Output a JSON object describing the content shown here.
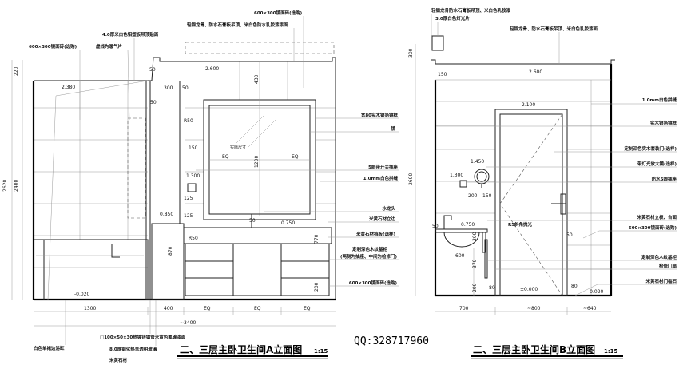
{
  "watermark": "QQ:328717960",
  "elevation_a": {
    "title": "二、三层主卧卫生间A立面图",
    "scale": "1:15",
    "top_labels": [
      "600×300镜面砖(选购)",
      "轻钢龙骨、防水石膏板吊顶、米白色防水乳胶漆漆面",
      "4.0厚米白色铝塑板吊顶贴面",
      "600×300镜面砖(选购)",
      "虚线为暖气片"
    ],
    "right_labels": [
      "宽80实木银箔镜框",
      "镜",
      "5眼带开关插座",
      "1.0mm白色拼缝",
      "水龙头",
      "米黄石材立边",
      "米黄石材挡板(选样)",
      "定制深色木纹基柜",
      "(两侧为抽座、中间为检修门)",
      "600×300镜面砖(选购)"
    ],
    "bottom_labels": [
      "□100×50×30热镀锌钢管米黄色氟碳漆面",
      "白色单裙边浴缸",
      "8.0厚钢化热弯透明玻璃",
      "米黄石材"
    ],
    "levels": [
      "2.380",
      "2.600",
      "1.300",
      "0.850",
      "0.750",
      "-0.020"
    ],
    "dims": [
      "220",
      "2620",
      "2400",
      "50",
      "300",
      "50",
      "50",
      "430",
      "1200",
      "EQ",
      "EQ",
      "125",
      "125",
      "150",
      "R50",
      "R50",
      "870",
      "770",
      "200",
      "50",
      "1300",
      "400",
      "EQ",
      "EQ",
      "EQ",
      "~3400"
    ],
    "mirror_note": "实际尺寸"
  },
  "elevation_b": {
    "title": "二、三层主卧卫生间B立面图",
    "scale": "1:15",
    "top_labels": [
      "轻钢龙骨防水石膏板吊顶、米白色乳胶漆",
      "3.0厚白色灯光片",
      "轻钢龙骨、防水石膏板吊顶、米白色乳胶漆面"
    ],
    "right_labels": [
      "1.0mm白色拼缝",
      "实木银箔镜框",
      "定制深色实木套装门(选样)",
      "带灯光放大镜(选样)",
      "防水5眼插座",
      "米黄石材立板、台面",
      "600×300镜面砖(选购)",
      "定制深色木纹基柜",
      "检修门扇",
      "米黄石材门槛石"
    ],
    "levels": [
      "2.600",
      "2.100",
      "1.450",
      "1.300",
      "0.750",
      "±0.000",
      "-0.020"
    ],
    "dims": [
      "300",
      "150",
      "2600",
      "200",
      "150",
      "50",
      "300",
      "600",
      "370",
      "200",
      "80",
      "80",
      "50",
      "R5斜角抛光",
      "700",
      "~800",
      "~640"
    ]
  }
}
